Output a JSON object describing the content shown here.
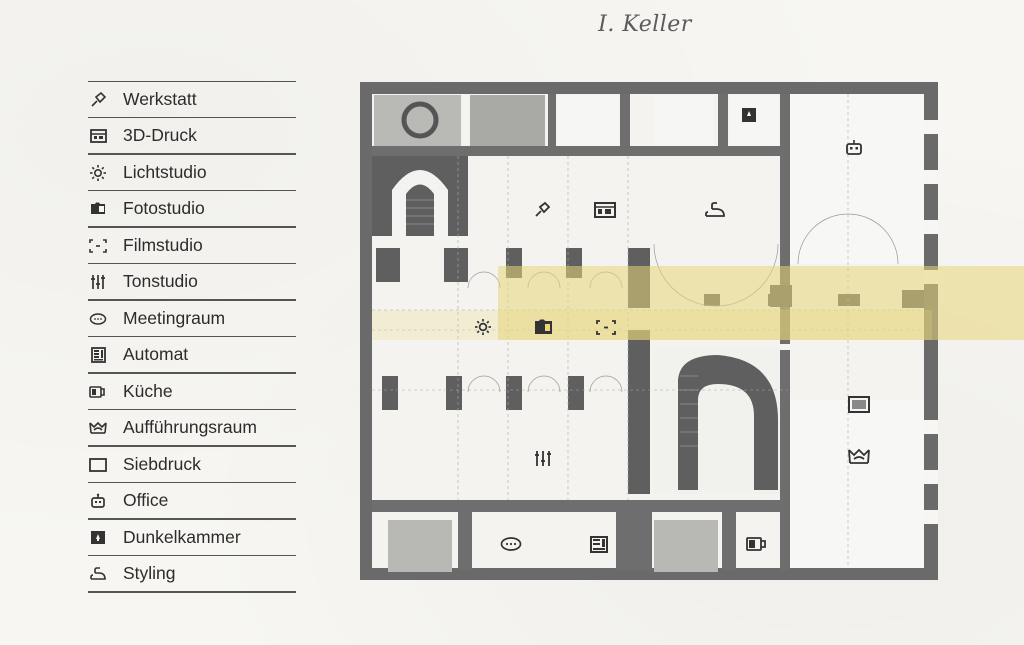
{
  "title": "I. Keller",
  "legend": [
    {
      "label": "Werkstatt",
      "icon": "tool-icon"
    },
    {
      "label": "3D-Druck",
      "icon": "printer-3d-icon"
    },
    {
      "label": "Lichtstudio",
      "icon": "light-icon"
    },
    {
      "label": "Fotostudio",
      "icon": "camera-icon"
    },
    {
      "label": "Filmstudio",
      "icon": "film-frame-icon"
    },
    {
      "label": "Tonstudio",
      "icon": "mixer-icon"
    },
    {
      "label": "Meetingraum",
      "icon": "speech-bubble-icon"
    },
    {
      "label": "Automat",
      "icon": "vending-machine-icon"
    },
    {
      "label": "Küche",
      "icon": "cup-icon"
    },
    {
      "label": "Aufführungsraum",
      "icon": "stage-icon"
    },
    {
      "label": "Siebdruck",
      "icon": "screen-frame-icon"
    },
    {
      "label": "Office",
      "icon": "robot-icon"
    },
    {
      "label": "Dunkelkammer",
      "icon": "darkroom-icon"
    },
    {
      "label": "Styling",
      "icon": "iron-icon"
    }
  ],
  "colors": {
    "wall": "#5c5c5c",
    "floor": "#fafaf8",
    "highlight": "#e6d47a"
  }
}
